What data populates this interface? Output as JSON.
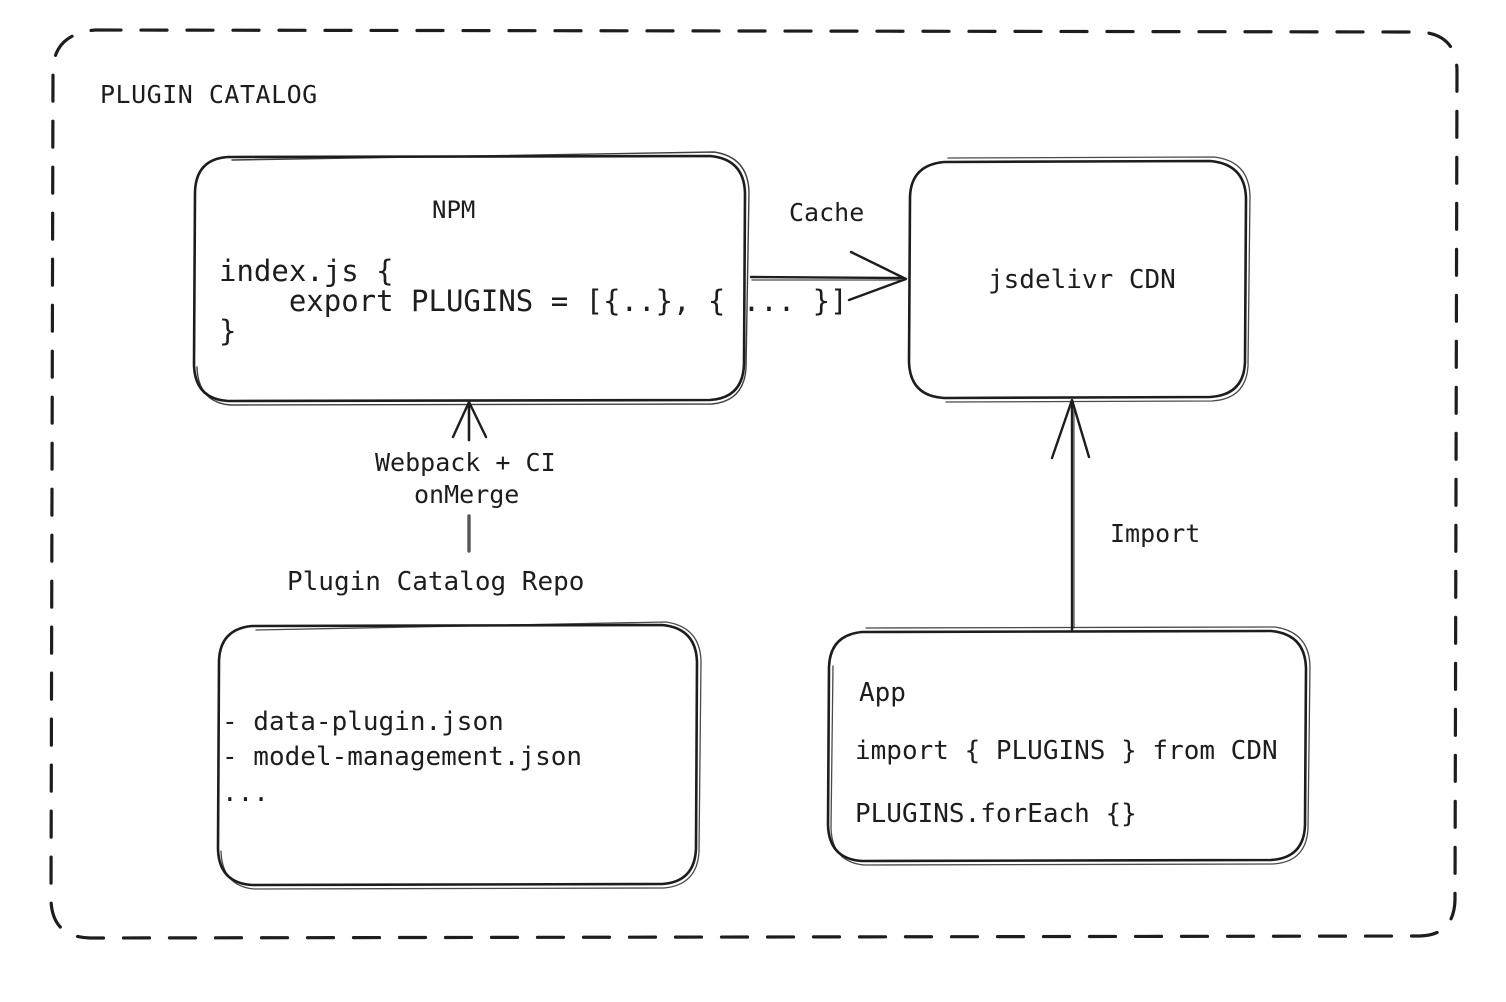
{
  "diagram": {
    "type": "architecture-flow",
    "group": {
      "label": "PLUGIN CATALOG",
      "border_style": "dashed",
      "color": "#1d1d1d"
    },
    "nodes": [
      {
        "id": "npm",
        "title": "NPM",
        "lines": [
          "index.js {",
          "    export PLUGINS = [{..}, { ... }]",
          "}"
        ]
      },
      {
        "id": "cdn",
        "title": "jsdelivr CDN",
        "lines": []
      },
      {
        "id": "repo",
        "caption": "Plugin Catalog Repo",
        "lines": [
          "- data-plugin.json",
          "- model-management.json",
          "..."
        ]
      },
      {
        "id": "app",
        "title": "App",
        "lines": [
          "import { PLUGINS } from CDN",
          "PLUGINS.forEach {}"
        ]
      }
    ],
    "edges": [
      {
        "id": "npm-to-cdn",
        "label": "Cache",
        "from": "npm",
        "to": "cdn",
        "direction": "right"
      },
      {
        "id": "repo-to-npm",
        "label_line1": "Webpack + CI",
        "label_line2": "onMerge",
        "from": "repo",
        "to": "npm",
        "direction": "up"
      },
      {
        "id": "app-to-cdn",
        "label": "Import",
        "from": "app",
        "to": "cdn",
        "direction": "up"
      }
    ]
  },
  "colors": {
    "stroke": "#1d1d1d",
    "background": "#ffffff"
  }
}
